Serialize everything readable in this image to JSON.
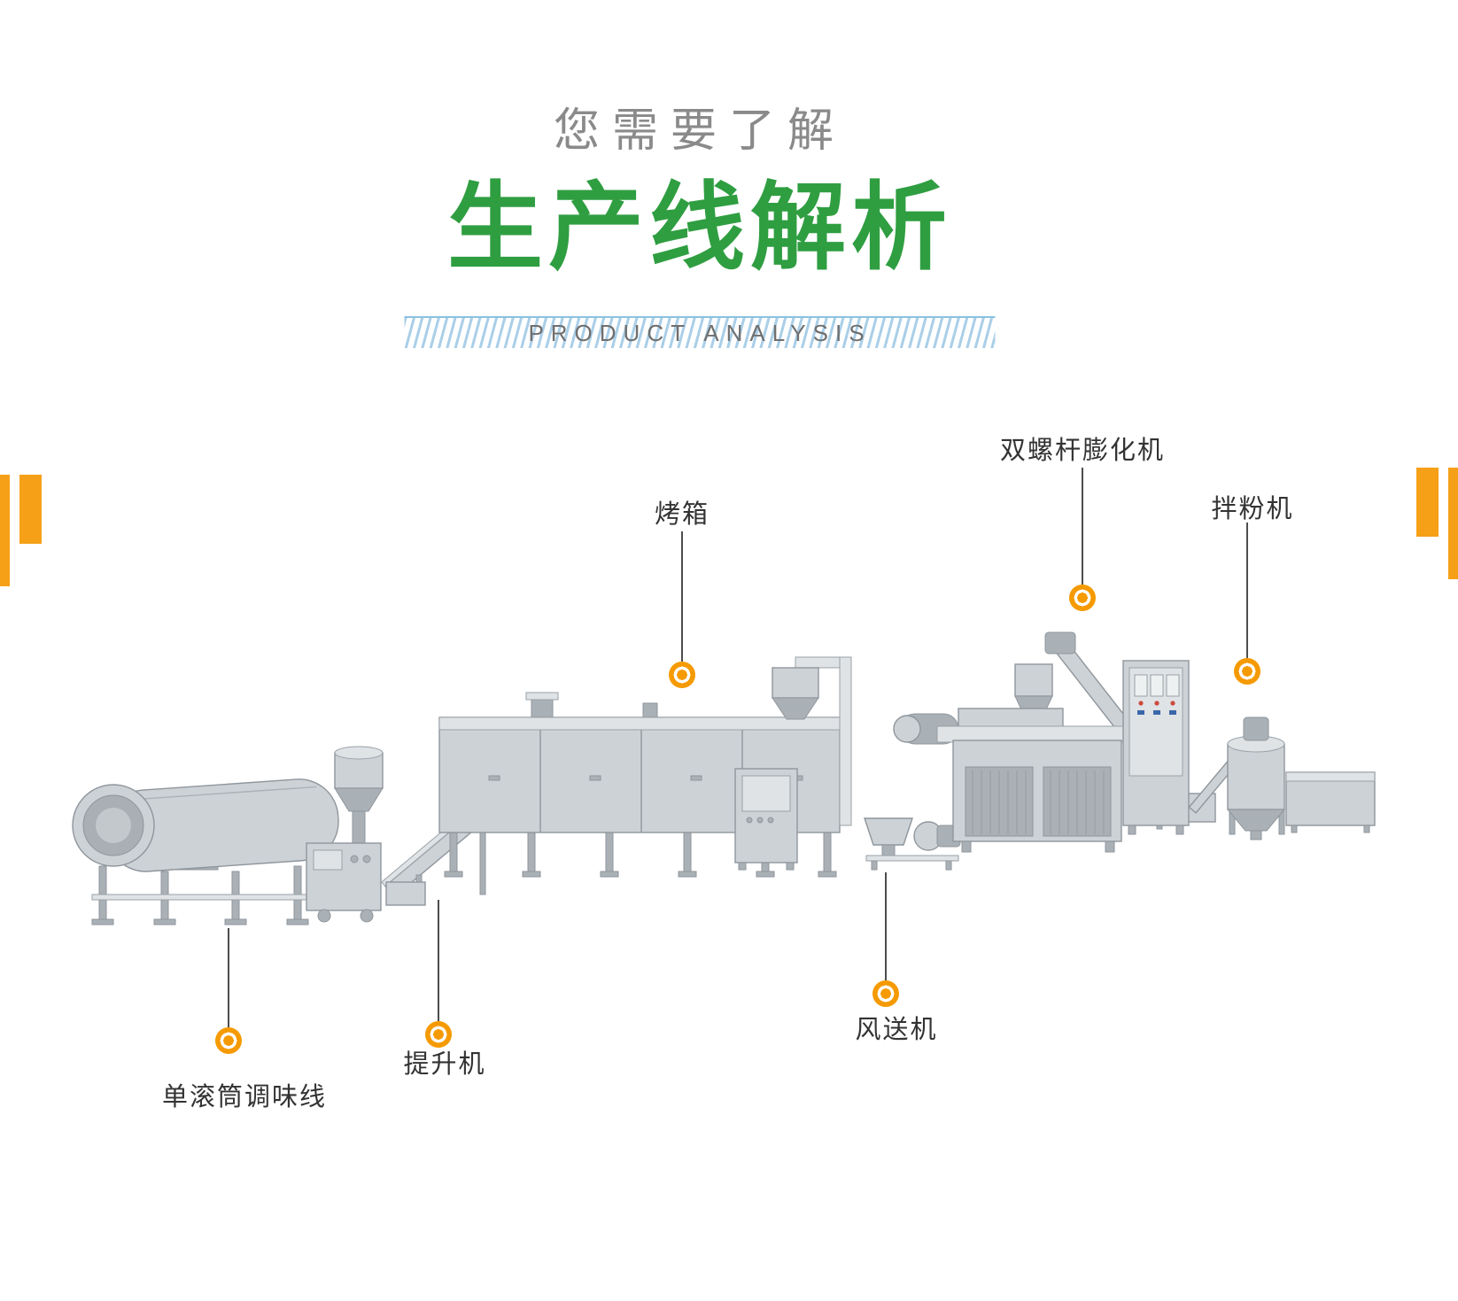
{
  "header": {
    "subtitle": "您需要了解",
    "title": "生产线解析",
    "tagline": "PRODUCT ANALYSIS"
  },
  "machine_labels": {
    "oven": "烤箱",
    "twin_screw_extruder": "双螺杆膨化机",
    "powder_mixer": "拌粉机",
    "air_conveyor": "风送机",
    "elevator": "提升机",
    "single_drum_seasoning_line": "单滚筒调味线"
  },
  "icons": {
    "callout_marker": "orange-ring-dot-marker"
  },
  "colors": {
    "title_green": "#2f9e41",
    "accent_orange": "#f6a018",
    "marker_orange": "#f59a00",
    "stripe_blue": "#8cc0e0",
    "label_text": "#333333",
    "machine_gray": "#cdd2d6"
  }
}
